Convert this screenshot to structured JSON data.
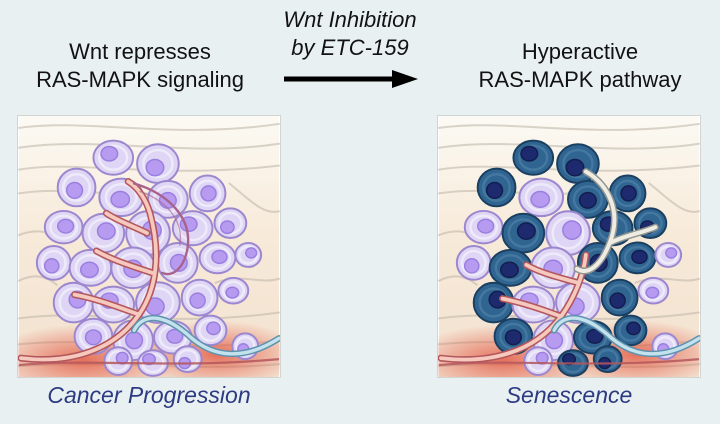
{
  "header": {
    "left": {
      "line1": "Wnt represses",
      "line2": "RAS-MAPK signaling"
    },
    "center": {
      "line1": "Wnt Inhibition",
      "line2": "by ETC-159"
    },
    "right": {
      "line1": "Hyperactive",
      "line2": "RAS-MAPK pathway"
    }
  },
  "panels": {
    "left": {
      "caption": "Cancer Progression",
      "cells": [
        [
          95,
          42,
          20,
          "t"
        ],
        [
          140,
          48,
          21,
          "t"
        ],
        [
          58,
          72,
          19,
          "t"
        ],
        [
          103,
          82,
          22,
          "t"
        ],
        [
          150,
          84,
          20,
          "t"
        ],
        [
          190,
          78,
          18,
          "t"
        ],
        [
          45,
          112,
          19,
          "t"
        ],
        [
          85,
          118,
          21,
          "t"
        ],
        [
          130,
          118,
          22,
          "t"
        ],
        [
          175,
          113,
          20,
          "t"
        ],
        [
          213,
          108,
          16,
          "t"
        ],
        [
          35,
          148,
          17,
          "t"
        ],
        [
          72,
          153,
          21,
          "t"
        ],
        [
          115,
          153,
          22,
          "t"
        ],
        [
          160,
          148,
          20,
          "t"
        ],
        [
          200,
          143,
          18,
          "t"
        ],
        [
          231,
          140,
          13,
          "t"
        ],
        [
          55,
          188,
          20,
          "t"
        ],
        [
          95,
          190,
          21,
          "t"
        ],
        [
          140,
          188,
          22,
          "t"
        ],
        [
          182,
          183,
          18,
          "t"
        ],
        [
          216,
          176,
          15,
          "t"
        ],
        [
          75,
          222,
          19,
          "t"
        ],
        [
          115,
          226,
          20,
          "t"
        ],
        [
          155,
          223,
          19,
          "t"
        ],
        [
          193,
          216,
          16,
          "t"
        ],
        [
          100,
          247,
          14,
          "t"
        ],
        [
          135,
          249,
          15,
          "t"
        ],
        [
          170,
          245,
          14,
          "t"
        ],
        [
          228,
          232,
          13,
          "t"
        ]
      ]
    },
    "right": {
      "caption": "Senescence",
      "cells": [
        [
          95,
          42,
          20,
          "s"
        ],
        [
          140,
          48,
          21,
          "s"
        ],
        [
          58,
          72,
          19,
          "s"
        ],
        [
          103,
          82,
          22,
          "t"
        ],
        [
          150,
          84,
          20,
          "s"
        ],
        [
          190,
          78,
          18,
          "s"
        ],
        [
          45,
          112,
          19,
          "t"
        ],
        [
          85,
          118,
          21,
          "s"
        ],
        [
          130,
          118,
          22,
          "t"
        ],
        [
          175,
          113,
          20,
          "s"
        ],
        [
          213,
          108,
          16,
          "s"
        ],
        [
          35,
          148,
          17,
          "t"
        ],
        [
          72,
          153,
          21,
          "s"
        ],
        [
          115,
          153,
          22,
          "t"
        ],
        [
          160,
          148,
          20,
          "s"
        ],
        [
          200,
          143,
          18,
          "s"
        ],
        [
          231,
          140,
          13,
          "t"
        ],
        [
          55,
          188,
          20,
          "s"
        ],
        [
          95,
          190,
          21,
          "t"
        ],
        [
          140,
          188,
          22,
          "t"
        ],
        [
          182,
          183,
          18,
          "s"
        ],
        [
          216,
          176,
          15,
          "t"
        ],
        [
          75,
          222,
          19,
          "s"
        ],
        [
          115,
          226,
          20,
          "t"
        ],
        [
          155,
          223,
          19,
          "s"
        ],
        [
          193,
          216,
          16,
          "s"
        ],
        [
          100,
          247,
          14,
          "t"
        ],
        [
          135,
          249,
          15,
          "s"
        ],
        [
          170,
          245,
          14,
          "s"
        ],
        [
          228,
          232,
          13,
          "t"
        ]
      ]
    }
  },
  "colors": {
    "background": "#e9f0f2",
    "title_text": "#121212",
    "caption_text": "#2c3a82",
    "arrow_color": "#000000",
    "panel_border": "#d0d5d4",
    "tissue_top": "#fcfaf4",
    "tissue_mid": "#f7ead9",
    "tissue_bottom": "#f3e1cf",
    "fiber": "#c2b9ac",
    "glow_red": "#e04a33",
    "tumor_cell_fill": "#ded6f4",
    "tumor_cell_stroke": "#9c87cf",
    "tumor_cell_inner": "#f0ecfb",
    "tumor_nucleus_fill": "#b69bf0",
    "tumor_nucleus_stroke": "#9b7fe0",
    "senescent_cell_fill": "#2f6590",
    "senescent_cell_stroke": "#1a3f60",
    "senescent_cell_inner": "#4a7da5",
    "senescent_nucleus_fill": "#1d2a6d",
    "senescent_nucleus_stroke": "#131d4f",
    "vessel_red_outer": "#b4575d",
    "vessel_red_inner": "#f5c9bd",
    "vessel_blue_outer": "#5f93ad",
    "vessel_blue_inner": "#c3e2ee",
    "vessel_white_outer": "#90958f",
    "vessel_white_inner": "#efece4",
    "vessel_thin": "#a9638b"
  }
}
